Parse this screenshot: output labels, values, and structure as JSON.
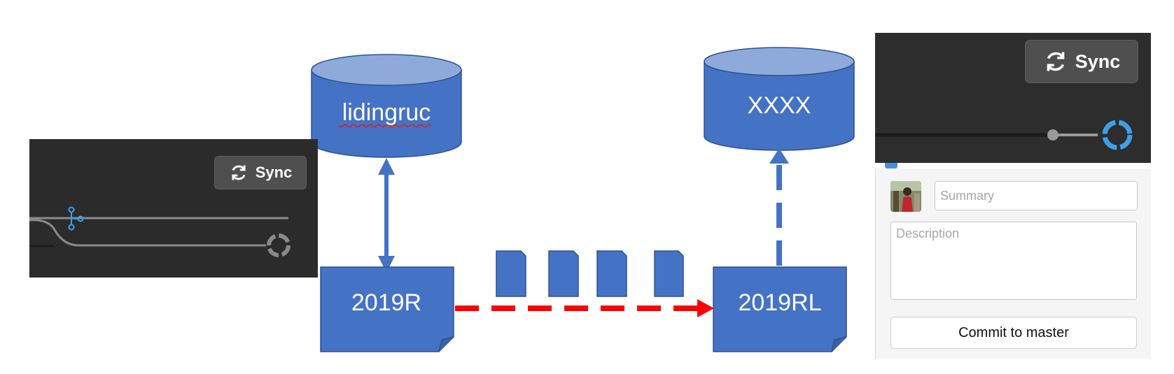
{
  "diagram": {
    "repos": {
      "left": "lidingruc",
      "right": "XXXX"
    },
    "boxes": {
      "source": "2019R",
      "target": "2019RL"
    },
    "colors": {
      "shape_fill": "#4472c4",
      "shape_top": "#8eaadb",
      "shape_border": "#2f528f",
      "dashed_arrow": "#ff0000",
      "solid_arrow": "#4472c4"
    }
  },
  "left_panel": {
    "sync_label": "Sync",
    "sync_icon": "sync-icon",
    "branch_icon": "branch-icon",
    "spinner_icon": "spinner-icon"
  },
  "right_panel": {
    "sync_label": "Sync",
    "sync_icon": "sync-icon",
    "spinner_icon": "spinner-icon",
    "accent": "#3fa0e8",
    "summary_placeholder": "Summary",
    "description_placeholder": "Description",
    "commit_label": "Commit to master"
  }
}
